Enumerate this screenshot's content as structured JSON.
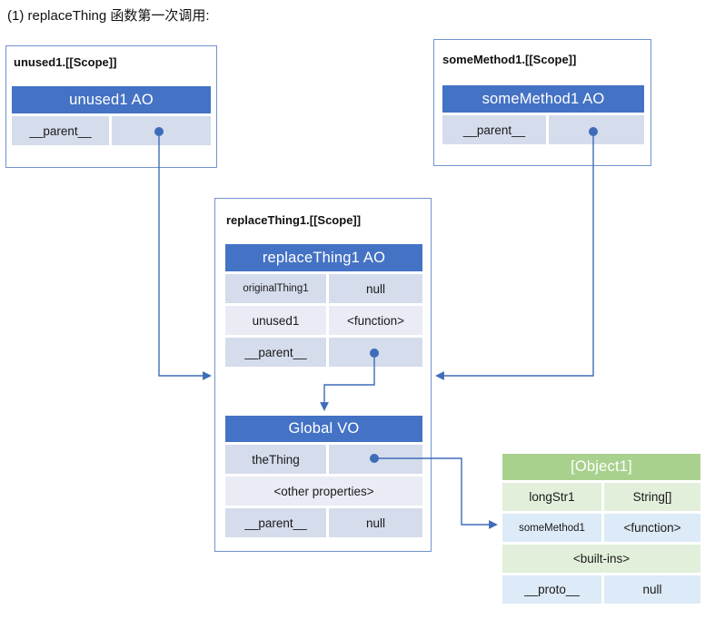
{
  "title": "(1) replaceThing 函数第一次调用:",
  "colors": {
    "header_blue": "#4472C4",
    "band_dark": "#D5DCEC",
    "band_light": "#E9ECF5",
    "green_header": "#A9D18E",
    "band_green": "#E2EFDA",
    "band_bluegreen": "#DDEAF7",
    "line_blue": "#3E6CB8",
    "border_blue": "#7193CE"
  },
  "boxes": {
    "unused1": {
      "scope_label": "unused1.[[Scope]]",
      "header": "unused1 AO",
      "rows": [
        {
          "key": "__parent__",
          "value": ""
        }
      ]
    },
    "someMethod1": {
      "scope_label": "someMethod1.[[Scope]]",
      "header": "someMethod1 AO",
      "rows": [
        {
          "key": "__parent__",
          "value": ""
        }
      ]
    },
    "replaceThing1": {
      "scope_label": "replaceThing1.[[Scope]]",
      "header": "replaceThing1 AO",
      "rows": [
        {
          "key": "originalThing1",
          "value": "null"
        },
        {
          "key": "unused1",
          "value": "<function>"
        },
        {
          "key": "__parent__",
          "value": ""
        }
      ]
    },
    "globalVO": {
      "header": "Global VO",
      "rows": [
        {
          "key": "theThing",
          "value": ""
        },
        {
          "span": "<other properties>"
        },
        {
          "key": "__parent__",
          "value": "null"
        }
      ]
    },
    "object1": {
      "header": "[Object1]",
      "rows": [
        {
          "key": "longStr1",
          "value": "String[]"
        },
        {
          "key": "someMethod1",
          "value": "<function>"
        },
        {
          "span": "<built-ins>"
        },
        {
          "key": "__proto__",
          "value": "null"
        }
      ]
    }
  }
}
